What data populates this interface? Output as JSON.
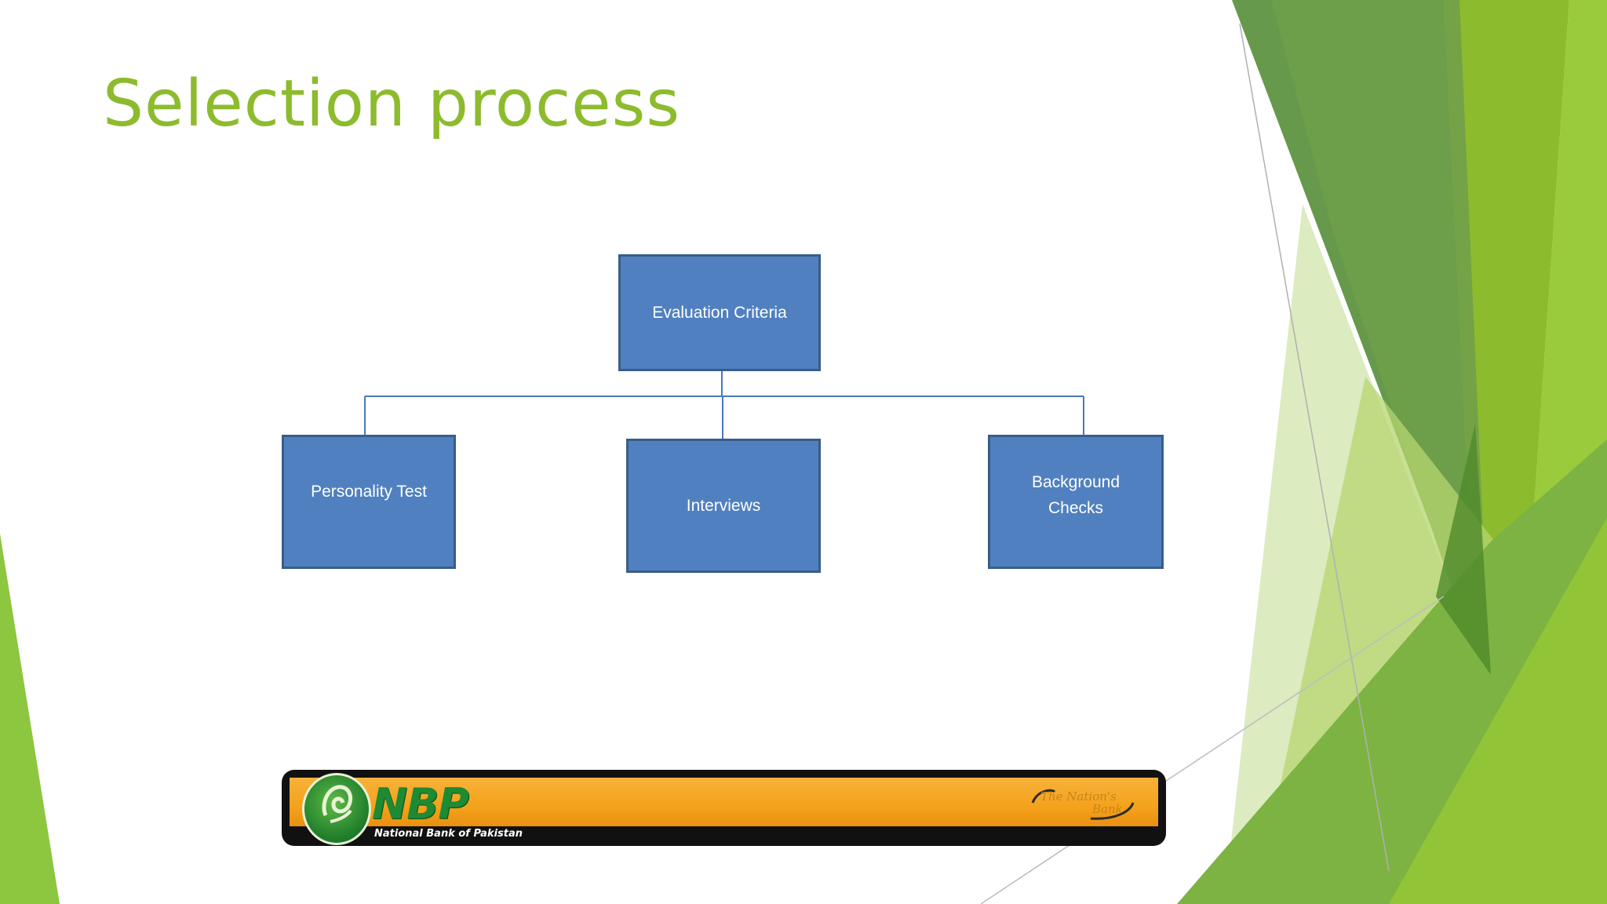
{
  "slide": {
    "title": "Selection process",
    "colors": {
      "title": "#8dbb2e",
      "box_fill": "#5080bf",
      "box_border": "#385d8a",
      "connector": "#4a7ab8"
    }
  },
  "org_chart": {
    "root": {
      "label": "Evaluation Criteria"
    },
    "children": [
      {
        "label": "Personality Test"
      },
      {
        "label": "Interviews"
      },
      {
        "label_line1": "Background",
        "label_line2": "Checks"
      }
    ]
  },
  "banner": {
    "logo_text": "NBP",
    "subtitle": "National Bank of Pakistan",
    "tagline_line1": "The Nation's",
    "tagline_line2": "Bank",
    "colors": {
      "orange": "#f4a21b",
      "green": "#1e8a33",
      "frame": "#111111"
    }
  }
}
